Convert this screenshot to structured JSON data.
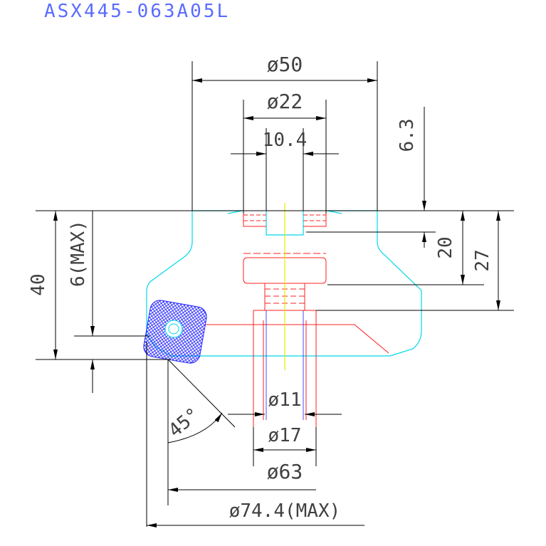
{
  "title": "ASX445-063A05L",
  "dimensions": {
    "d50": "ø50",
    "d22": "ø22",
    "w10_4": "10.4",
    "h6_3": "6.3",
    "h20": "20",
    "h27": "27",
    "h40": "40",
    "h6max": "6(MAX)",
    "angle45": "45°",
    "d11": "ø11",
    "d17": "ø17",
    "d63": "ø63",
    "d74_4": "ø74.4(MAX)"
  },
  "colors": {
    "dimension": "#000000",
    "body_outline": "#00d8e8",
    "insert_outline": "#ff2020",
    "centerline": "#e8e800",
    "insert_hatch": "#2020ff",
    "title": "#5a6cff"
  }
}
